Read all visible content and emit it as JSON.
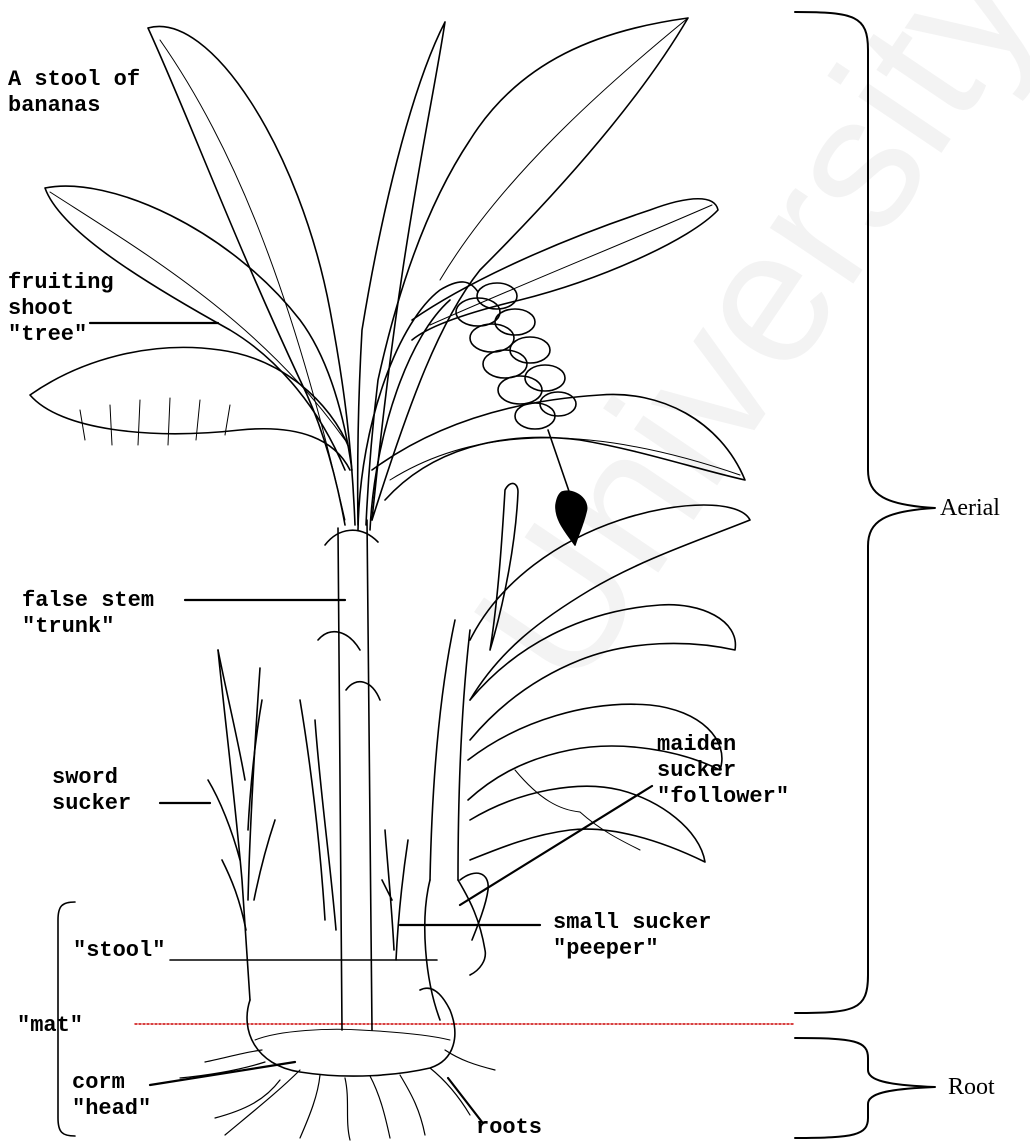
{
  "title": [
    "A stool of",
    "bananas"
  ],
  "labels": {
    "fruiting_shoot": [
      "fruiting",
      "shoot",
      "\"tree\""
    ],
    "false_stem": [
      "false stem",
      "\"trunk\""
    ],
    "sword_sucker": [
      "sword",
      "sucker"
    ],
    "maiden_sucker": [
      "maiden",
      "sucker",
      "\"follower\""
    ],
    "small_sucker": [
      "small sucker",
      "\"peeper\""
    ],
    "stool": "\"stool\"",
    "mat": "\"mat\"",
    "corm": [
      "corm",
      "\"head\""
    ],
    "roots": "roots"
  },
  "regions": {
    "aerial": "Aerial",
    "root": "Root"
  },
  "watermark": "University of Malaya",
  "colors": {
    "ink": "#000000",
    "ground_line": "#cc0000",
    "background": "#ffffff"
  }
}
